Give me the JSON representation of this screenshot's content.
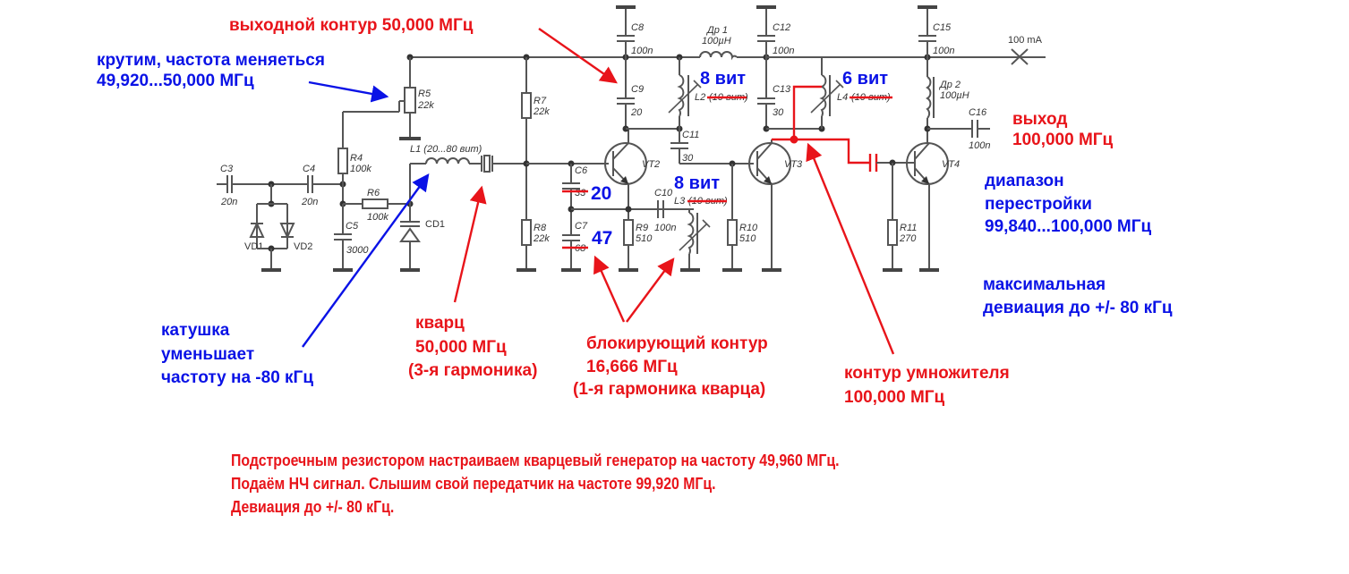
{
  "annotations": {
    "tuning_knob": {
      "line1": "крутим, частота меняеться",
      "line2": "49,920...50,000 МГц"
    },
    "output_circuit_50": "выходной контур 50,000 МГц",
    "coil_note": {
      "line1": "катушка",
      "line2": "уменьшает",
      "line3": "частоту на -80 кГц"
    },
    "crystal_note": {
      "line1": "кварц",
      "line2": "50,000 МГц",
      "line3": "(3-я гармоника)"
    },
    "blocking_circuit": {
      "line1": "блокирующий контур",
      "line2": "16,666 МГц",
      "line3": "(1-я гармоника кварца)"
    },
    "multiplier_circuit": {
      "line1": "контур умножителя",
      "line2": "100,000 МГц"
    },
    "output": {
      "line1": "выход",
      "line2": "100,000 МГц"
    },
    "tuning_range": {
      "line1": "диапазон",
      "line2": "перестройки",
      "line3": "99,840...100,000 МГц"
    },
    "max_deviation": {
      "line1": "максимальная",
      "line2": "девиация до +/- 80 кГц"
    },
    "turns_l2": "8 вит",
    "turns_l3": "8 вит",
    "turns_l4": "6 вит",
    "c6_new": "20",
    "c7_new": "47"
  },
  "bottom_notes": [
    "Подстроечным резистором настраиваем кварцевый генератор на частоту 49,960 МГц.",
    "Подаём НЧ сигнал. Слышим свой передатчик на частоте 99,920 МГц.",
    "Девиация до +/- 80 кГц."
  ],
  "components": {
    "C3": {
      "ref": "C3",
      "value": "20n"
    },
    "C4": {
      "ref": "C4",
      "value": "20n"
    },
    "VD1": {
      "ref": "VD1"
    },
    "VD2": {
      "ref": "VD2"
    },
    "R4": {
      "ref": "R4",
      "value": "100k"
    },
    "R5": {
      "ref": "R5",
      "value": "22k"
    },
    "R6": {
      "ref": "R6",
      "value": "100k"
    },
    "C5": {
      "ref": "C5",
      "value": "3000"
    },
    "CD1": {
      "ref": "CD1"
    },
    "L1": {
      "ref": "L1 (20...80 вит)"
    },
    "R7": {
      "ref": "R7",
      "value": "22k"
    },
    "R8": {
      "ref": "R8",
      "value": "22k"
    },
    "C6": {
      "ref": "C6",
      "value": "33"
    },
    "C7": {
      "ref": "C7",
      "value": "68"
    },
    "C8": {
      "ref": "C8",
      "value": "100n"
    },
    "C9": {
      "ref": "C9",
      "value": "20"
    },
    "VT2": {
      "ref": "VT2"
    },
    "R9": {
      "ref": "R9",
      "value": "510"
    },
    "C10": {
      "ref": "C10",
      "value": "100n"
    },
    "L2": {
      "ref": "L2",
      "value": "(10 вит)"
    },
    "L3": {
      "ref": "L3",
      "value": "(10 вит)"
    },
    "Dr1": {
      "ref": "Др 1",
      "value": "100µH"
    },
    "C11": {
      "ref": "C11",
      "value": "30"
    },
    "C12": {
      "ref": "C12",
      "value": "100n"
    },
    "C13": {
      "ref": "C13",
      "value": "30"
    },
    "VT3": {
      "ref": "VT3"
    },
    "R10": {
      "ref": "R10",
      "value": "510"
    },
    "L4": {
      "ref": "L4",
      "value": "(10 вит)"
    },
    "C15": {
      "ref": "C15",
      "value": "100n"
    },
    "Dr2": {
      "ref": "Др 2",
      "value": "100µH"
    },
    "C16": {
      "ref": "C16",
      "value": "100n"
    },
    "VT4": {
      "ref": "VT4"
    },
    "R11": {
      "ref": "R11",
      "value": "270"
    },
    "supply": {
      "label": "100 mA"
    }
  },
  "colors": {
    "annotation_red": "#e8141a",
    "annotation_blue": "#0a12e6",
    "wire": "#555555"
  }
}
